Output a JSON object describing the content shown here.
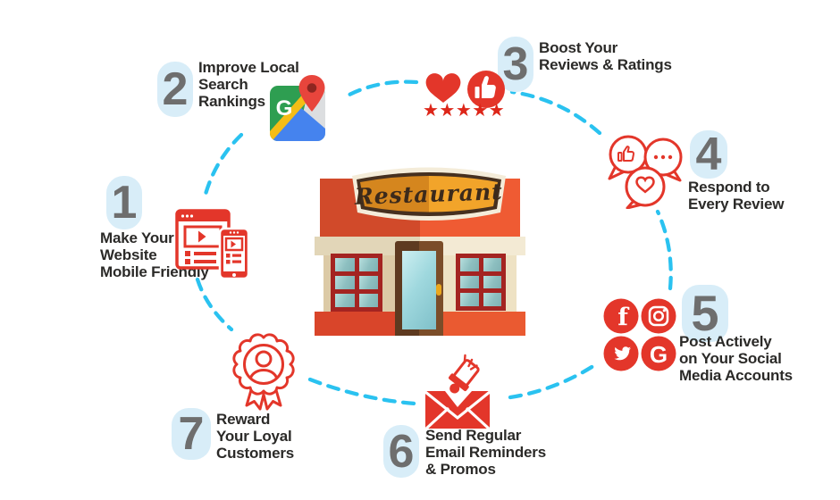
{
  "diagram": {
    "subject": "restaurant-marketing-cycle",
    "center": {
      "sign_text": "Restaurant"
    },
    "steps": [
      {
        "number": "1",
        "lines": [
          "Make Your",
          "Website",
          "Mobile Friendly"
        ],
        "icon": "mobile-website-icon"
      },
      {
        "number": "2",
        "lines": [
          "Improve Local",
          "Search",
          "Rankings"
        ],
        "icon": "google-maps-icon"
      },
      {
        "number": "3",
        "lines": [
          "Boost Your",
          "Reviews & Ratings"
        ],
        "icon": "reviews-ratings-icon"
      },
      {
        "number": "4",
        "lines": [
          "Respond to",
          "Every Review"
        ],
        "icon": "review-chat-bubbles-icon"
      },
      {
        "number": "5",
        "lines": [
          "Post Actively",
          "on Your Social",
          "Media Accounts"
        ],
        "icon": "social-media-icon"
      },
      {
        "number": "6",
        "lines": [
          "Send Regular",
          "Email Reminders",
          "& Promos"
        ],
        "icon": "email-promos-icon"
      },
      {
        "number": "7",
        "lines": [
          "Reward",
          "Your Loyal",
          "Customers"
        ],
        "icon": "loyalty-badge-icon"
      }
    ],
    "glyphs": {
      "stars": "★★★★★",
      "facebook": "f",
      "google": "G",
      "maps_g": "G"
    },
    "colors": {
      "icon_red": "#e3362a",
      "star_red": "#dd2619",
      "dash_blue": "#2ac2f0",
      "number_grey": "#6e6e6e",
      "number_bubble_blue": "#d8edf8",
      "text_dark": "#2b2a28",
      "roof_orange": "#ef5b33",
      "sign_orange": "#f2a42a",
      "wall_beige": "#eee2c4"
    }
  }
}
